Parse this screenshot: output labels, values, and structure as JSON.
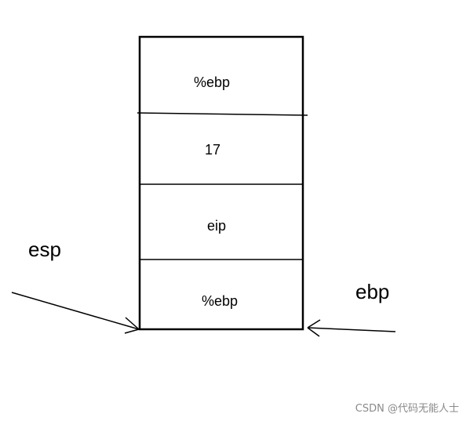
{
  "stack": {
    "cells": [
      {
        "label": "%ebp"
      },
      {
        "label": "17"
      },
      {
        "label": "eip"
      },
      {
        "label": "%ebp"
      }
    ]
  },
  "pointers": {
    "esp": {
      "label": "esp"
    },
    "ebp": {
      "label": "ebp"
    }
  },
  "watermark": "CSDN @代码无能人士",
  "colors": {
    "line": "#000000",
    "watermark": "#8a8a8a",
    "background": "#ffffff"
  }
}
